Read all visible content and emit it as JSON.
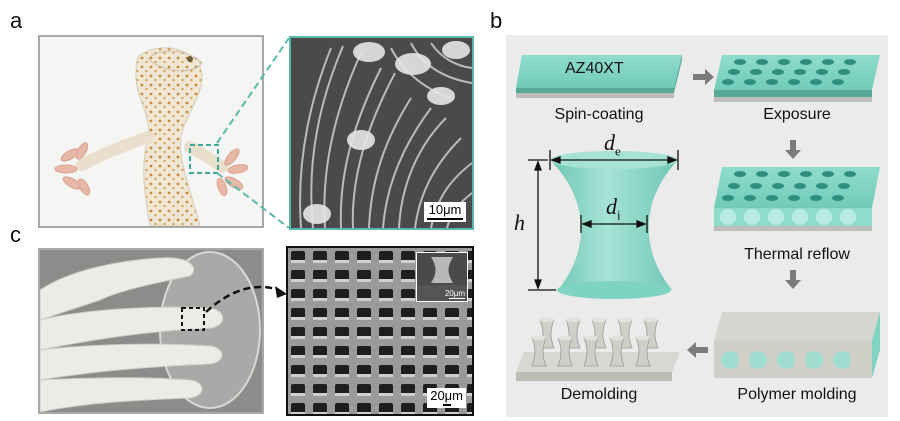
{
  "panels": {
    "a": {
      "label": "a",
      "scalebar": "10μm"
    },
    "b": {
      "label": "b",
      "wafer_text": "AZ40XT",
      "steps": {
        "spin_coating": "Spin-coating",
        "exposure": "Exposure",
        "thermal_reflow": "Thermal reflow",
        "polymer_molding": "Polymer molding",
        "demolding": "Demolding"
      },
      "dimensions": {
        "de_symbol": "d",
        "de_sub": "e",
        "di_symbol": "d",
        "di_sub": "i",
        "h_symbol": "h"
      }
    },
    "c": {
      "label": "c",
      "inset_scalebar": "20μm",
      "scalebar": "20μm"
    }
  },
  "colors": {
    "teal": "#7fd3c3",
    "teal_dark": "#4fa595",
    "frame_teal": "#58b8ac",
    "arrow_gray": "#7b7b7b",
    "panel_bg": "#ebebeb"
  }
}
